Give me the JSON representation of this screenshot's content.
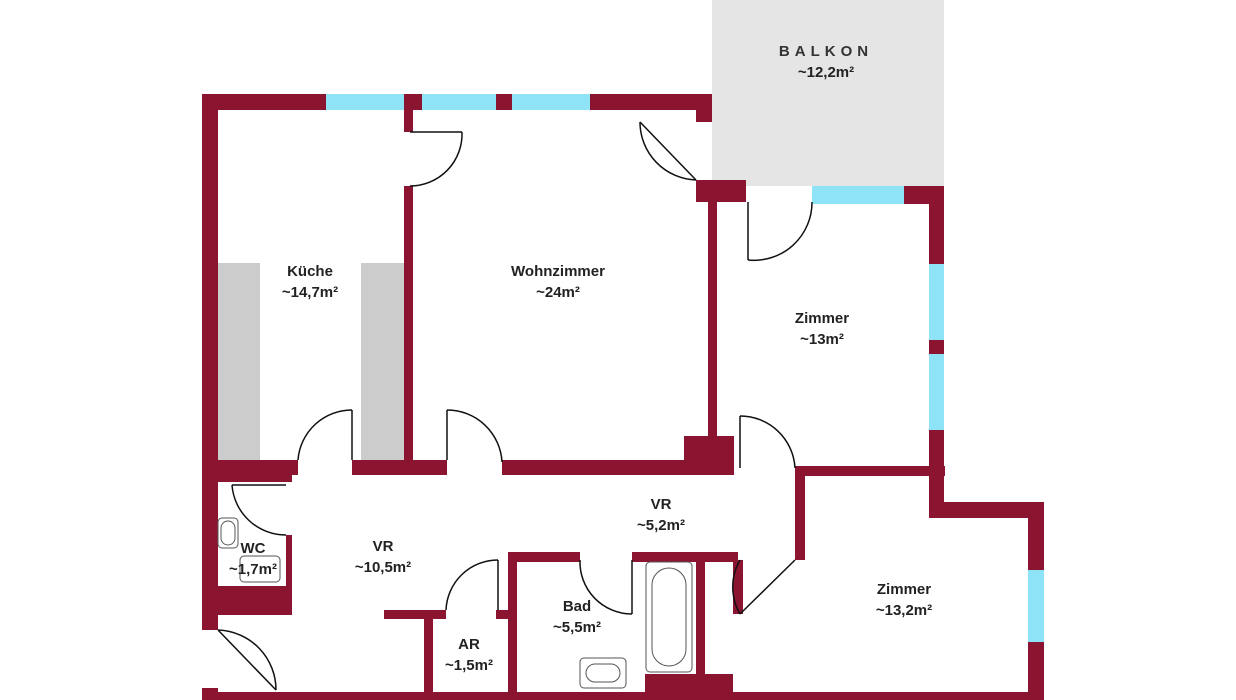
{
  "colors": {
    "wall": "#8b1530",
    "window": "#8ee3f6",
    "balcony": "#e5e5e5",
    "cabinet": "#cccccc",
    "text": "#222222"
  },
  "rooms": {
    "balkon": {
      "name": "BALKON",
      "area": "~12,2m²"
    },
    "kueche": {
      "name": "Küche",
      "area": "~14,7m²"
    },
    "wohnzimmer": {
      "name": "Wohnzimmer",
      "area": "~24m²"
    },
    "zimmer1": {
      "name": "Zimmer",
      "area": "~13m²"
    },
    "vr_main": {
      "name": "VR",
      "area": "~5,2m²"
    },
    "wc": {
      "name": "WC",
      "area": "~1,7m²"
    },
    "vr_entry": {
      "name": "VR",
      "area": "~10,5m²"
    },
    "bad": {
      "name": "Bad",
      "area": "~5,5m²"
    },
    "ar": {
      "name": "AR",
      "area": "~1,5m²"
    },
    "zimmer2": {
      "name": "Zimmer",
      "area": "~13,2m²"
    }
  }
}
